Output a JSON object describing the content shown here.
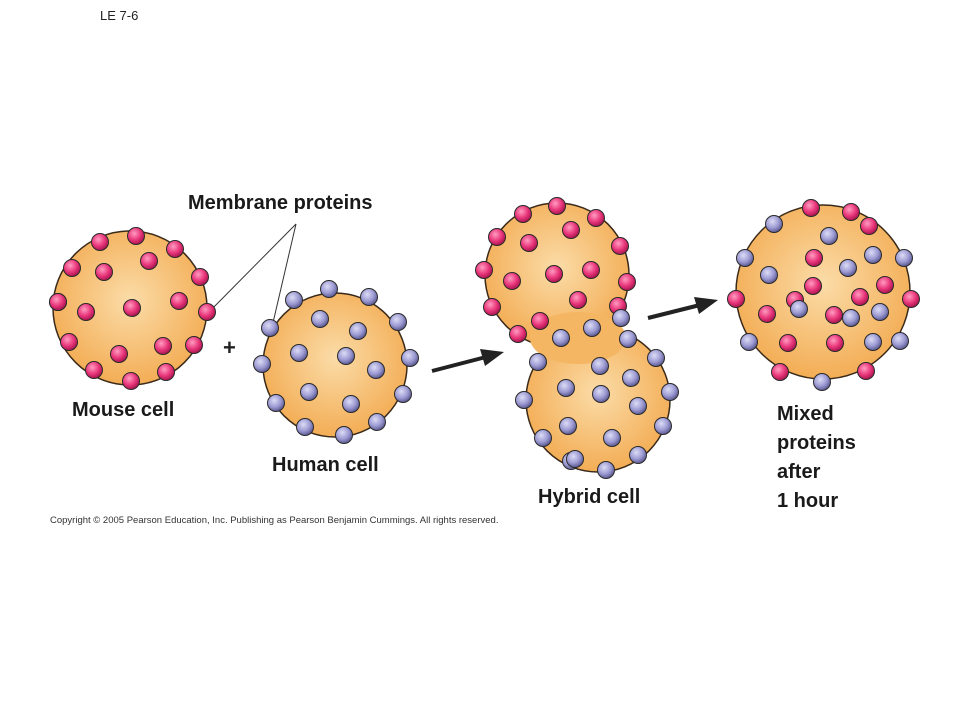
{
  "slide_id": "LE 7-6",
  "labels": {
    "membrane_proteins": "Membrane proteins",
    "plus": "+",
    "mouse_cell": "Mouse cell",
    "human_cell": "Human cell",
    "hybrid_cell": "Hybrid cell",
    "mixed_line1": "Mixed",
    "mixed_line2": "proteins",
    "mixed_line3": "after",
    "mixed_line4": "1 hour"
  },
  "copyright": "Copyright © 2005 Pearson Education, Inc. Publishing as Pearson Benjamin Cummings. All rights reserved.",
  "colors": {
    "cell_fill": "#f6b864",
    "cell_stroke": "#3a2a1a",
    "mouse_protein": "#e8357a",
    "human_protein": "#9c9ad2",
    "arrow": "#222222"
  }
}
